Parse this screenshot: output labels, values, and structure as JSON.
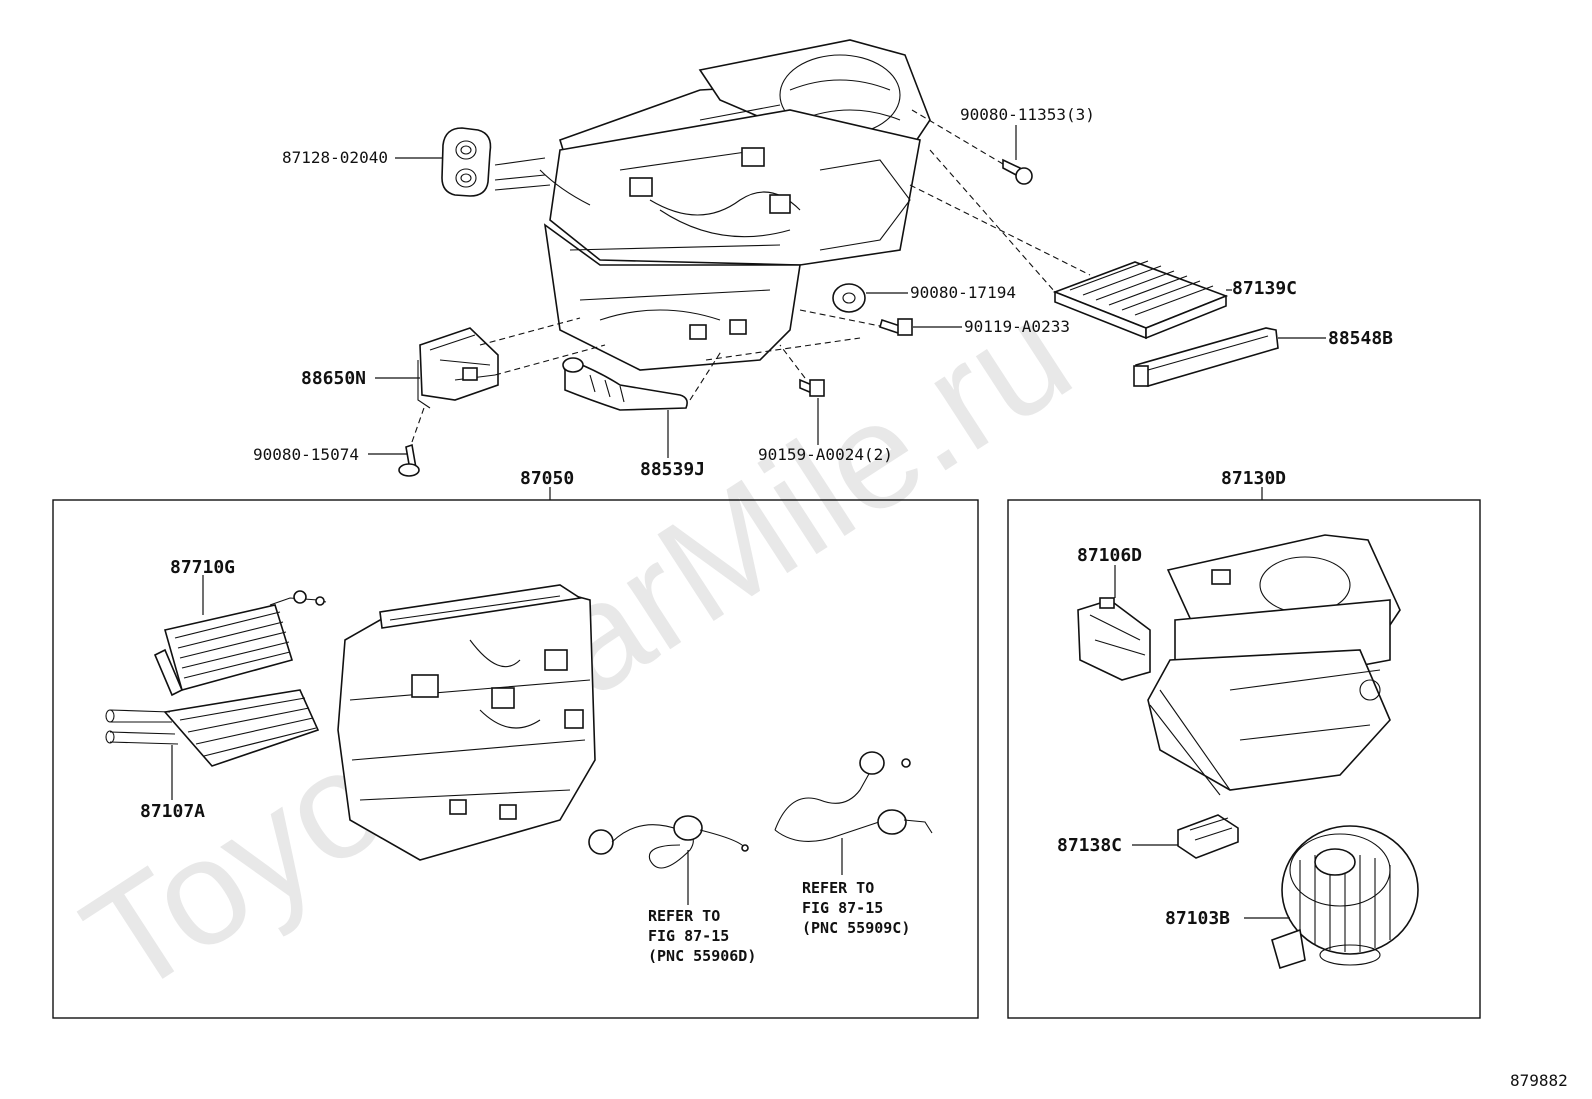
{
  "watermark": "ToyotaCarMile.ru",
  "drawing_number": "879882",
  "labels": {
    "p87128": "87128-02040",
    "p90080_11353": "90080-11353(3)",
    "p90080_17194": "90080-17194",
    "p87139c": "87139C",
    "p90119": "90119-A0233",
    "p88548b": "88548B",
    "p88650n": "88650N",
    "p90080_15074": "90080-15074",
    "p88539j": "88539J",
    "p90159": "90159-A0024(2)",
    "p87050": "87050",
    "p87130d": "87130D",
    "p87710g": "87710G",
    "p87107a": "87107A",
    "p87106d": "87106D",
    "p87138c": "87138C",
    "p87103b": "87103B"
  },
  "references": {
    "ref1": {
      "line1": "REFER TO",
      "line2": "FIG 87-15",
      "line3": "(PNC 55906D)"
    },
    "ref2": {
      "line1": "REFER TO",
      "line2": "FIG 87-15",
      "line3": "(PNC 55909C)"
    }
  }
}
